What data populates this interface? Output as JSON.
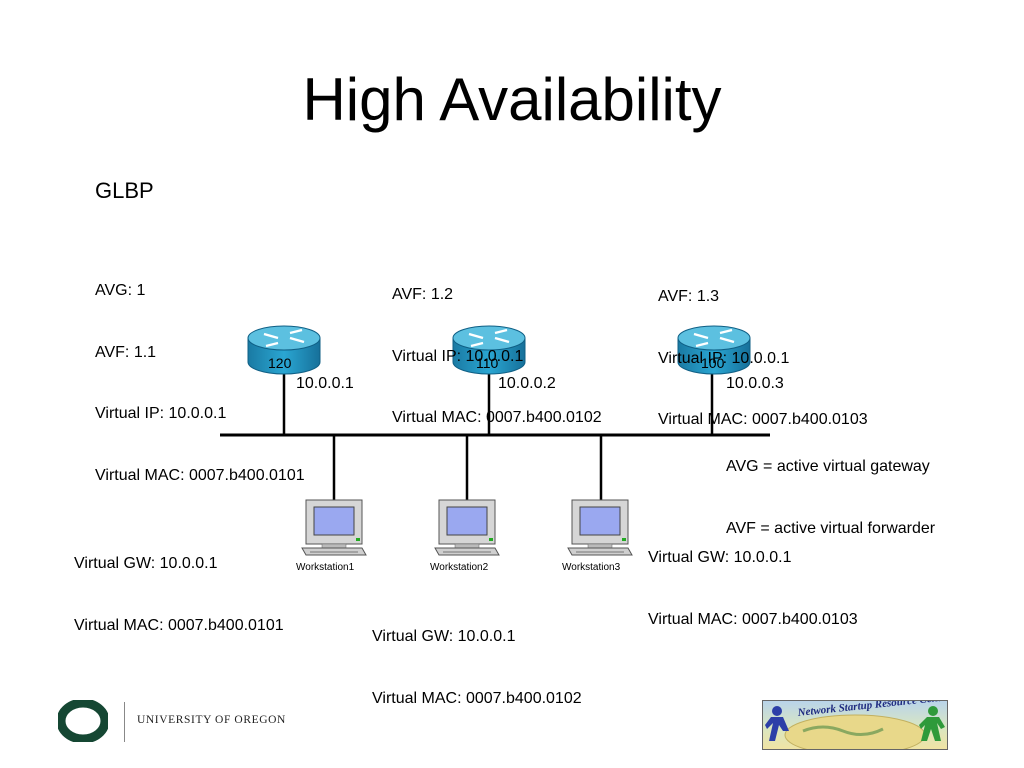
{
  "slide": {
    "title": "High Availability",
    "subtitle": "GLBP"
  },
  "routers": [
    {
      "number": "120",
      "ip": "10.0.0.1",
      "info": [
        "AVG: 1",
        "AVF: 1.1",
        "Virtual IP: 10.0.0.1",
        "Virtual MAC: 0007.b400.0101"
      ]
    },
    {
      "number": "110",
      "ip": "10.0.0.2",
      "info": [
        "AVF: 1.2",
        "Virtual IP: 10.0.0.1",
        "Virtual MAC: 0007.b400.0102"
      ]
    },
    {
      "number": "100",
      "ip": "10.0.0.3",
      "info": [
        "AVF: 1.3",
        "Virtual IP: 10.0.0.1",
        "Virtual MAC: 0007.b400.0103"
      ]
    }
  ],
  "legend": {
    "avg": "AVG = active virtual gateway",
    "avf": "AVF = active virtual forwarder"
  },
  "workstations": [
    {
      "name": "Workstation1",
      "gw": "Virtual GW: 10.0.0.1",
      "mac": "Virtual MAC: 0007.b400.0101"
    },
    {
      "name": "Workstation2",
      "gw": "Virtual GW: 10.0.0.1",
      "mac": "Virtual MAC: 0007.b400.0102"
    },
    {
      "name": "Workstation3",
      "gw": "Virtual GW: 10.0.0.1",
      "mac": "Virtual MAC: 0007.b400.0103"
    }
  ],
  "footer": {
    "university": "UNIVERSITY OF OREGON",
    "logo_letter": "O",
    "nsrc_label": "Network Startup Resource Center"
  },
  "colors": {
    "router_body": "#1f8fb8",
    "router_top": "#5cc0e0",
    "oregon_green": "#154733",
    "screen": "#9aa8f0"
  }
}
